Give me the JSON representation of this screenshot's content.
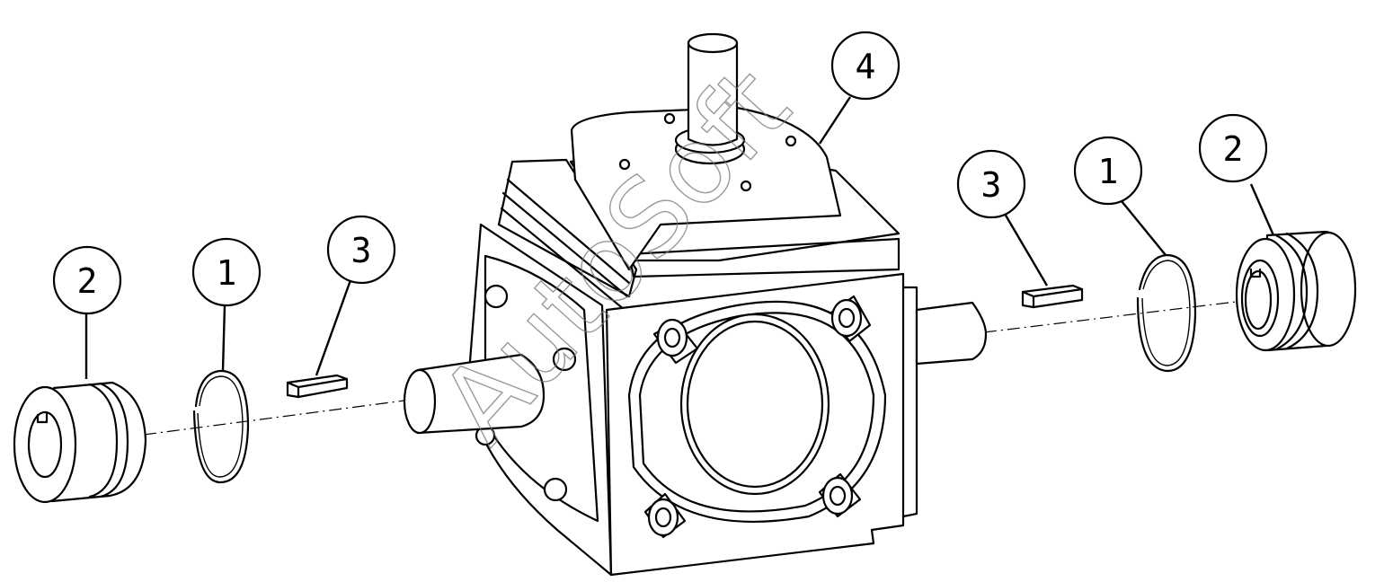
{
  "balloons": [
    {
      "label": "2"
    },
    {
      "label": "1"
    },
    {
      "label": "3"
    },
    {
      "label": "4"
    },
    {
      "label": "3"
    },
    {
      "label": "1"
    },
    {
      "label": "2"
    }
  ],
  "watermark": "AutoSoft"
}
